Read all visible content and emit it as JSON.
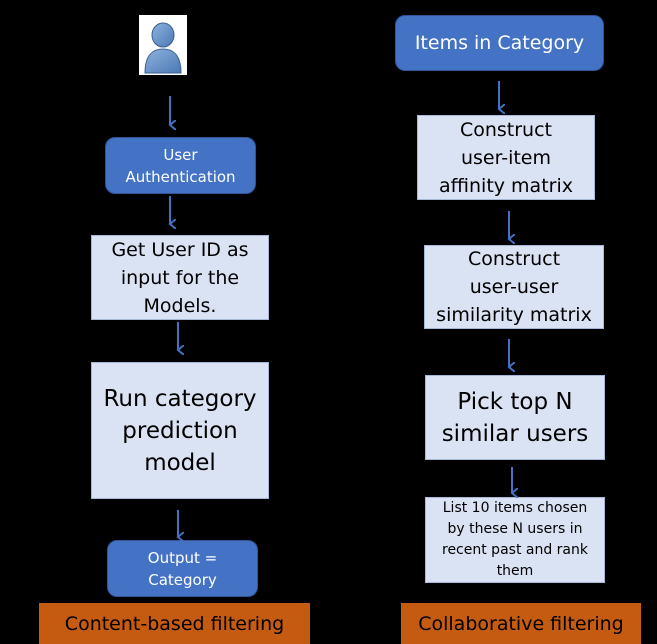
{
  "left": {
    "auth": "User\nAuthentication",
    "get_id": "Get User ID as\ninput for the\nModels.",
    "run_model": "Run category\nprediction\nmodel",
    "output": "Output =\nCategory",
    "label": "Content-based filtering"
  },
  "right": {
    "items": "Items in Category",
    "affinity": "Construct\nuser-item\naffinity matrix",
    "similarity": "Construct\nuser-user\nsimilarity matrix",
    "pick": "Pick top N\nsimilar users",
    "list": "List 10 items chosen\nby these N users in\nrecent past and rank\nthem",
    "label": "Collaborative filtering"
  },
  "colors": {
    "background": "#000000",
    "blue_box": "#4472c4",
    "light_box": "#dae3f3",
    "label_box": "#c55a11",
    "arrow": "#4472c4"
  }
}
